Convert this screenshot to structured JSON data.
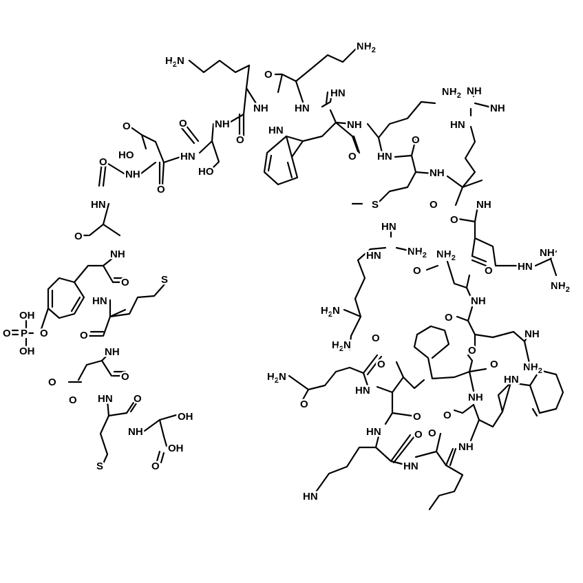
{
  "figure": {
    "description_free": true,
    "colors": {
      "background": "#ffffff",
      "ink": "#000000"
    }
  },
  "atom_labels": {
    "left_chain": [
      "H2N",
      "NH",
      "NH",
      "O",
      "O",
      "HN",
      "HO",
      "O",
      "O",
      "HO",
      "NH",
      "O",
      "HN",
      "O",
      "NH",
      "O",
      "HN",
      "O",
      "OH",
      "O",
      "P",
      "OH",
      "OH",
      "O",
      "NH",
      "O",
      "S",
      "O",
      "O",
      "HN",
      "O",
      "NH",
      "OH",
      "OH",
      "O",
      "S"
    ],
    "right_chain": [
      "NH2",
      "O",
      "HN",
      "NH",
      "HN",
      "O",
      "O",
      "NH",
      "HN",
      "O",
      "NH2",
      "NH",
      "HN",
      "NH",
      "O",
      "S",
      "NH",
      "O",
      "HN",
      "NH2",
      "NH",
      "O",
      "NH2",
      "O",
      "HN",
      "NH2",
      "HN",
      "O",
      "NH",
      "O",
      "H2N",
      "NH",
      "O",
      "O",
      "HN",
      "H2N",
      "O",
      "NH",
      "O",
      "NH2",
      "O",
      "NH",
      "HN",
      "O",
      "O",
      "HN",
      "NH",
      "O",
      "O",
      "HN",
      "H2N",
      "HN",
      "O",
      "NH"
    ]
  }
}
